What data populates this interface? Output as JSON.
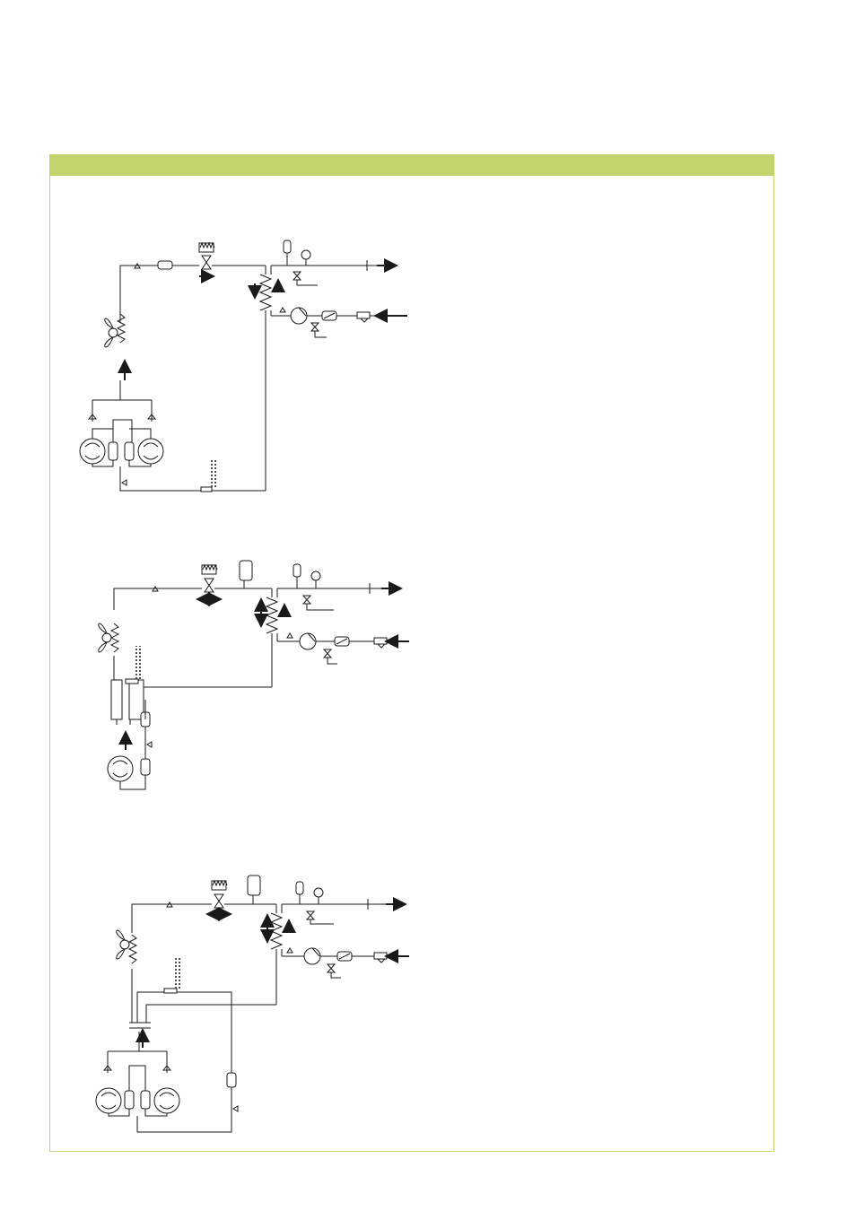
{
  "page": {
    "header_color": "#c3d36e",
    "line_color": "#1a1a1a"
  },
  "diagrams": [
    {
      "id": "diagram-1",
      "compressors": 2
    },
    {
      "id": "diagram-2",
      "compressors": 1
    },
    {
      "id": "diagram-3",
      "compressors": 2
    }
  ]
}
